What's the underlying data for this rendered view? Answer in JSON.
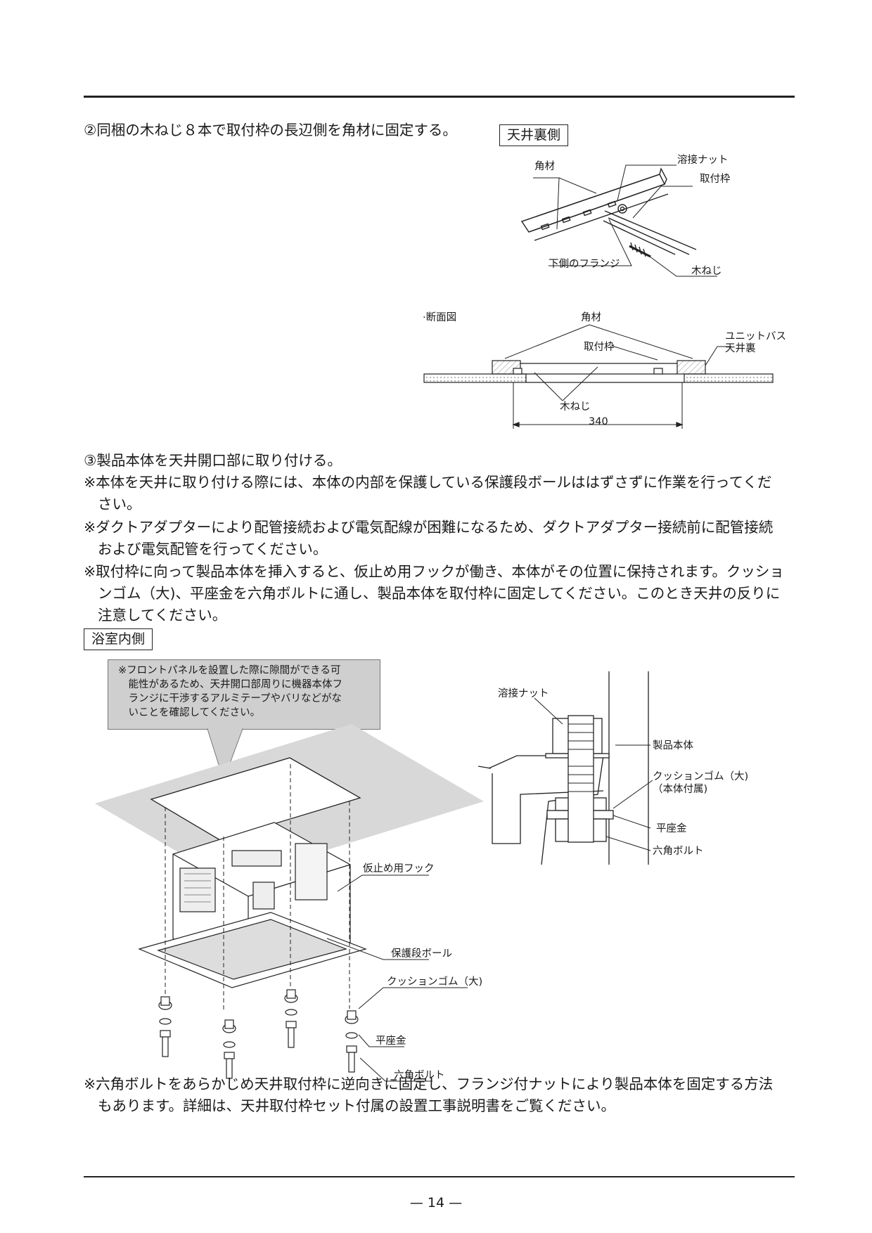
{
  "step2": "②同梱の木ねじ８本で取付枠の長辺側を角材に固定する。",
  "ceiling_back": {
    "title": "天井裏側",
    "labels": {
      "kakuzai": "角材",
      "yosetsu_nut": "溶接ナット",
      "toritsukewaku": "取付枠",
      "lower_flange": "下側のフランジ",
      "kineji": "木ねじ"
    }
  },
  "section": {
    "title": "·断面図",
    "kakuzai": "角材",
    "unit_bath_1": "ユニットバス",
    "unit_bath_2": "天井裏",
    "toritsukewaku": "取付枠",
    "kineji": "木ねじ",
    "dimension": "340"
  },
  "step3": "③製品本体を天井開口部に取り付ける。",
  "notes": [
    {
      "line1": "※本体を天井に取り付ける際には、本体の内部を保護している保護段ボールははずさずに作業を行ってくだ",
      "line2": "さい。",
      "line3": ""
    },
    {
      "line1": "※ダクトアダプターにより配管接続および電気配線が困難になるため、ダクトアダプター接続前に配管接続",
      "line2": "および電気配管を行ってください。",
      "line3": ""
    },
    {
      "line1": "※取付枠に向って製品本体を挿入すると、仮止め用フックが働き、本体がその位置に保持されます。クッショ",
      "line2": "ンゴム（大)、平座金を六角ボルトに通し、製品本体を取付枠に固定してください。このとき天井の反りに",
      "line3": "注意してください。"
    }
  ],
  "bathroom": {
    "title": "浴室内側",
    "callout": "※フロントパネルを設置した際に隙間ができる可\n　能性があるため、天井開口部周りに機器本体フ\n　ランジに干渉するアルミテープやバリなどがな\n　いことを確認してください。",
    "labels": {
      "hook": "仮止め用フック",
      "cardboard": "保護段ボール",
      "cushion": "クッションゴム（大)",
      "washer": "平座金",
      "bolt": "六角ボルト"
    }
  },
  "detail": {
    "labels": {
      "yosetsu_nut": "溶接ナット",
      "body": "製品本体",
      "cushion_1": "クッションゴム（大)",
      "cushion_2": "（本体付属)",
      "washer": "平座金",
      "bolt": "六角ボルト"
    }
  },
  "footer_note": {
    "line1": "※六角ボルトをあらかじめ天井取付枠に逆向きに固定し、フランジ付ナットにより製品本体を固定する方法",
    "line2": "もあります。詳細は、天井取付枠セット付属の設置工事説明書をご覧ください。"
  },
  "page_number": "— 14 —"
}
